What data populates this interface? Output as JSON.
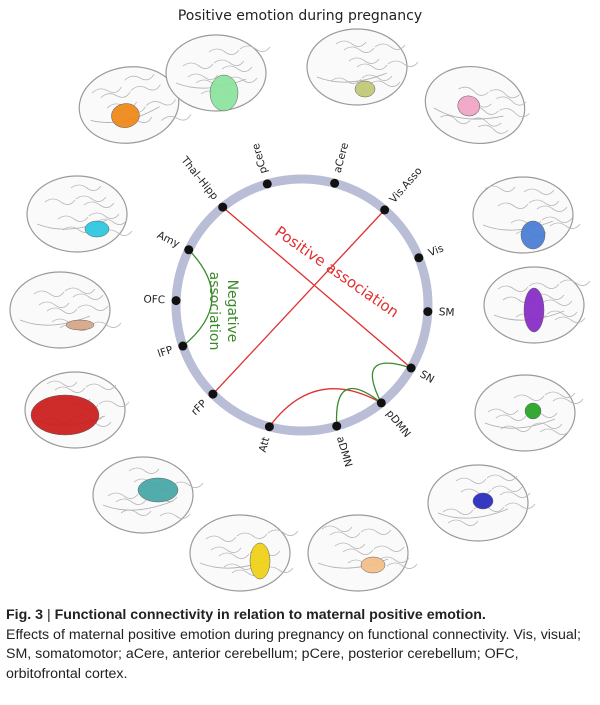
{
  "figure": {
    "title": "Positive emotion during pregnancy",
    "nodes": [
      {
        "key": "pCere",
        "label": "pCere"
      },
      {
        "key": "aCere",
        "label": "aCere"
      },
      {
        "key": "Vis.Asso",
        "label": "Vis.Asso"
      },
      {
        "key": "Vis",
        "label": "Vis"
      },
      {
        "key": "SM",
        "label": "SM"
      },
      {
        "key": "SN",
        "label": "SN"
      },
      {
        "key": "pDMN",
        "label": "pDMN"
      },
      {
        "key": "aDMN",
        "label": "aDMN"
      },
      {
        "key": "Att",
        "label": "Att"
      },
      {
        "key": "rFP",
        "label": "rFP"
      },
      {
        "key": "lFP",
        "label": "lFP"
      },
      {
        "key": "OFC",
        "label": "OFC"
      },
      {
        "key": "Amy",
        "label": "Amy"
      },
      {
        "key": "Thal–Hipp",
        "label": "Thal–Hipp"
      }
    ],
    "positive_label": "Positive association",
    "negative_label_line1": "Negative",
    "negative_label_line2": "association",
    "connections": [
      {
        "from": "Thal–Hipp",
        "to": "SN",
        "sign": "positive"
      },
      {
        "from": "Vis.Asso",
        "to": "rFP",
        "sign": "positive"
      },
      {
        "from": "Att",
        "to": "pDMN",
        "sign": "positive"
      },
      {
        "from": "Amy",
        "to": "lFP",
        "sign": "negative"
      },
      {
        "from": "SN",
        "to": "pDMN",
        "sign": "negative"
      },
      {
        "from": "pDMN",
        "to": "aDMN",
        "sign": "negative"
      }
    ],
    "colors": {
      "ring": "#b9bdd6",
      "node": "#111111",
      "positive": "#e03030",
      "negative": "#3a8a2a",
      "brain_outline": "#9a9a9a",
      "region_colors": [
        "#f08a1a",
        "#8fe3a0",
        "#c2c97a",
        "#f2a6c8",
        "#4d7fd6",
        "#8a2fc8",
        "#2aa62a",
        "#2b2fc0",
        "#f4c08a",
        "#f0d21a",
        "#4aa8a8",
        "#cc2020",
        "#d8a88a",
        "#30c8e0"
      ]
    }
  },
  "caption": {
    "fig_number": "Fig. 3",
    "separator": " | ",
    "heading": "Functional connectivity in relation to maternal positive emotion.",
    "body": "Effects of maternal positive emotion during pregnancy on functional connectivity. Vis, visual; SM, somatomotor; aCere, anterior cerebellum; pCere, posterior cerebellum; OFC, orbitofrontal cortex."
  }
}
